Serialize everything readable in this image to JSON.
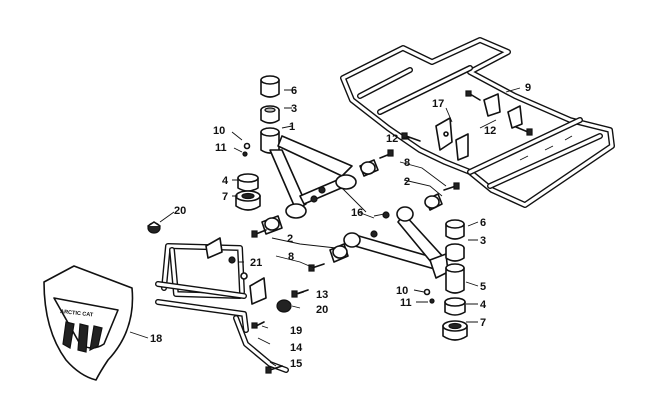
{
  "callouts": {
    "n1": "1",
    "n2a": "2",
    "n2b": "2",
    "n3a": "3",
    "n3b": "3",
    "n4a": "4",
    "n4b": "4",
    "n5": "5",
    "n6a": "6",
    "n6b": "6",
    "n7a": "7",
    "n7b": "7",
    "n8a": "8",
    "n8b": "8",
    "n9": "9",
    "n10a": "10",
    "n10b": "10",
    "n11a": "11",
    "n11b": "11",
    "n12a": "12",
    "n12b": "12",
    "n13": "13",
    "n14": "14",
    "n15": "15",
    "n16": "16",
    "n17": "17",
    "n18": "18",
    "n19": "19",
    "n20a": "20",
    "n20b": "20",
    "n21": "21"
  },
  "bumper_logo": "ARCTIC CAT"
}
